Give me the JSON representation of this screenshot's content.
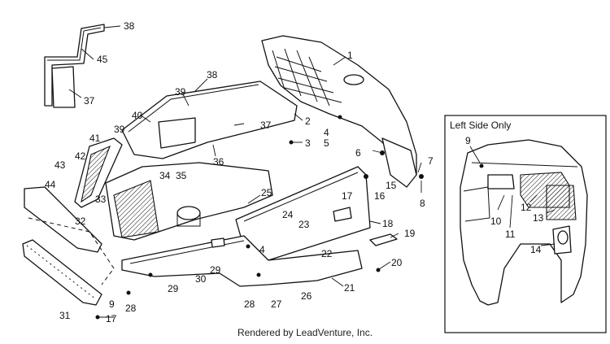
{
  "inset": {
    "title": "Left Side Only"
  },
  "footer": {
    "text": "Rendered by LeadVenture, Inc."
  },
  "callouts": [
    {
      "id": "c1",
      "text": "1"
    },
    {
      "id": "c2",
      "text": "2"
    },
    {
      "id": "c3",
      "text": "3"
    },
    {
      "id": "c4a",
      "text": "4"
    },
    {
      "id": "c5",
      "text": "5"
    },
    {
      "id": "c6",
      "text": "6"
    },
    {
      "id": "c7",
      "text": "7"
    },
    {
      "id": "c8",
      "text": "8"
    },
    {
      "id": "c9a",
      "text": "9"
    },
    {
      "id": "c9b",
      "text": "9"
    },
    {
      "id": "c10",
      "text": "10"
    },
    {
      "id": "c11",
      "text": "11"
    },
    {
      "id": "c12",
      "text": "12"
    },
    {
      "id": "c13",
      "text": "13"
    },
    {
      "id": "c14",
      "text": "14"
    },
    {
      "id": "c15",
      "text": "15"
    },
    {
      "id": "c16",
      "text": "16"
    },
    {
      "id": "c17a",
      "text": "17"
    },
    {
      "id": "c17b",
      "text": "17"
    },
    {
      "id": "c18",
      "text": "18"
    },
    {
      "id": "c19",
      "text": "19"
    },
    {
      "id": "c20",
      "text": "20"
    },
    {
      "id": "c21",
      "text": "21"
    },
    {
      "id": "c22",
      "text": "22"
    },
    {
      "id": "c23",
      "text": "23"
    },
    {
      "id": "c24",
      "text": "24"
    },
    {
      "id": "c25",
      "text": "25"
    },
    {
      "id": "c26",
      "text": "26"
    },
    {
      "id": "c27",
      "text": "27"
    },
    {
      "id": "c28a",
      "text": "28"
    },
    {
      "id": "c28b",
      "text": "28"
    },
    {
      "id": "c29a",
      "text": "29"
    },
    {
      "id": "c29b",
      "text": "29"
    },
    {
      "id": "c30",
      "text": "30"
    },
    {
      "id": "c31",
      "text": "31"
    },
    {
      "id": "c32",
      "text": "32"
    },
    {
      "id": "c33",
      "text": "33"
    },
    {
      "id": "c34",
      "text": "34"
    },
    {
      "id": "c35",
      "text": "35"
    },
    {
      "id": "c36",
      "text": "36"
    },
    {
      "id": "c37a",
      "text": "37"
    },
    {
      "id": "c37b",
      "text": "37"
    },
    {
      "id": "c38a",
      "text": "38"
    },
    {
      "id": "c38b",
      "text": "38"
    },
    {
      "id": "c39a",
      "text": "39"
    },
    {
      "id": "c39b",
      "text": "39"
    },
    {
      "id": "c40",
      "text": "40"
    },
    {
      "id": "c41",
      "text": "41"
    },
    {
      "id": "c42",
      "text": "42"
    },
    {
      "id": "c43",
      "text": "43"
    },
    {
      "id": "c44",
      "text": "44"
    },
    {
      "id": "c45",
      "text": "45"
    },
    {
      "id": "c4b",
      "text": "4"
    }
  ]
}
